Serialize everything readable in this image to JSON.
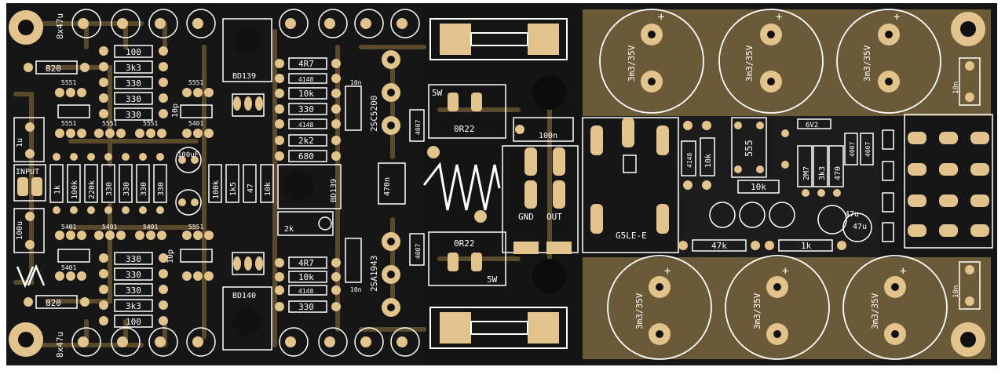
{
  "colors": {
    "background": "#ffffff",
    "board": "#161616",
    "copper_trace": "#5a4a2c",
    "copper_pour": "#6b5a37",
    "pad": "#e2c38b",
    "drill": "#111111",
    "silkscreen": "#ffffff"
  },
  "labels": {
    "input": "INPUT",
    "gnd": "GND",
    "out": "OUT",
    "relay": "G5LE-E",
    "chip": "555",
    "cap_bank_top_left": "8x47u",
    "cap_bank_bottom_left": "8x47u",
    "inductor_top": "5W",
    "inductor_bottom": "5W",
    "res_0r22_top": "0R22",
    "res_0r22_bottom": "0R22",
    "big_cap": "3m3/35V",
    "plus": "+",
    "transistor_top_driver": "BD139",
    "transistor_bottom_driver": "BD140",
    "transistor_vbe": "BD139",
    "output_npn": "2SC5200",
    "output_pnp": "2SA1943",
    "pot": "2k",
    "cap_10n": "10n",
    "cap_100n": "100n",
    "cap_1u": "1u",
    "cap_100u": "100u",
    "cap_100uF": "100uF",
    "cap_470n": "470n",
    "cap_10p": "10p",
    "cap_47u": "47u",
    "diode_4148": "4148",
    "diode_4007": "4007",
    "zener": "6V2",
    "logo": "VA"
  },
  "resistors": {
    "r820_top": "820",
    "r820_bottom": "820",
    "stack_top": [
      "100",
      "3k3",
      "330",
      "330",
      "330"
    ],
    "stack_bottom": [
      "330",
      "330",
      "330",
      "3k3",
      "100"
    ],
    "vertical_row_left": [
      "1k",
      "100k",
      "220k",
      "330",
      "330",
      "330",
      "330"
    ],
    "vertical_row_mid": [
      "100k",
      "1k5",
      "47",
      "10k"
    ],
    "driver_top": [
      "4R7",
      "10k",
      "330"
    ],
    "driver_mid": [
      "2k2",
      "680"
    ],
    "driver_bottom": [
      "4R7",
      "10k",
      "330"
    ],
    "timer": [
      "10k",
      "10k",
      "2M7",
      "3k3",
      "470"
    ],
    "timer_bottom": [
      "47k",
      "1k"
    ]
  },
  "small_labels": {
    "smd": "5551",
    "smd_b": "5401"
  }
}
